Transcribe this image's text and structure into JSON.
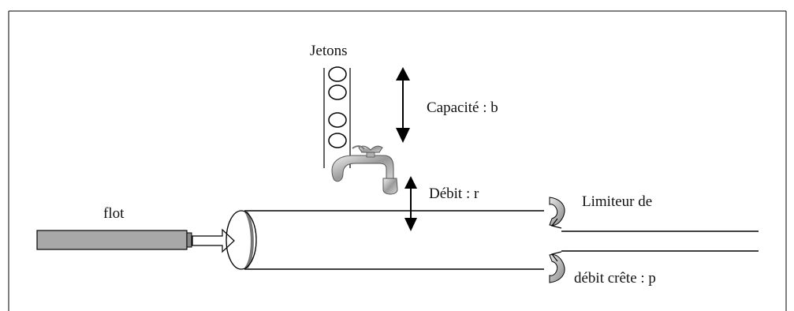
{
  "labels": {
    "jetons": "Jetons",
    "capacite": "Capacité : b",
    "debit": "Débit : r",
    "limiteur": "Limiteur de",
    "debit_crete": "débit crête : p",
    "flot": "flot"
  }
}
